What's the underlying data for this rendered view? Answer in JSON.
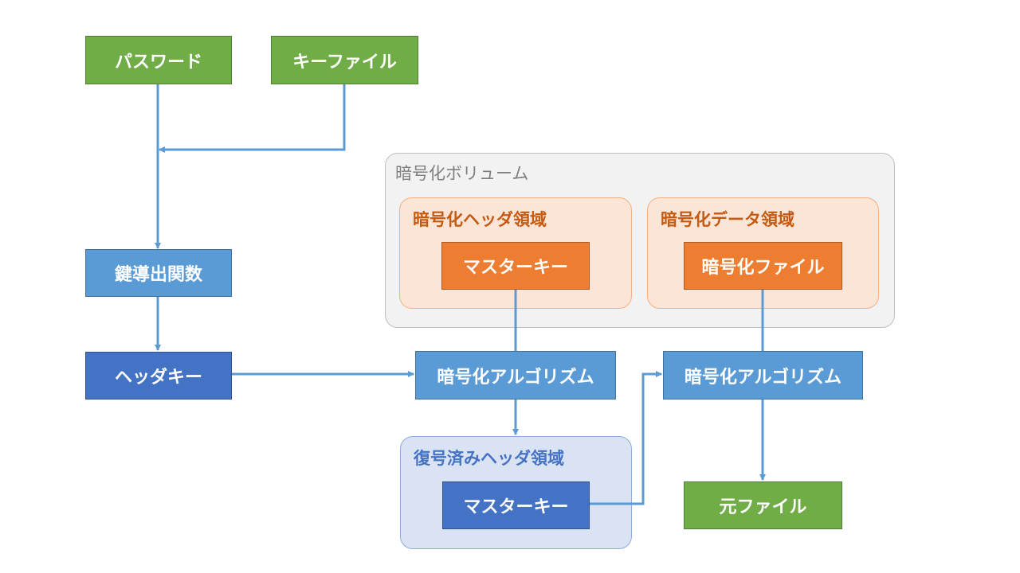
{
  "inputs": {
    "password": "パスワード",
    "keyfile": "キーファイル"
  },
  "kdf": "鍵導出関数",
  "header_key": "ヘッダキー",
  "volume": {
    "label": "暗号化ボリューム",
    "header_area": {
      "label": "暗号化ヘッダ領域",
      "master_key": "マスターキー"
    },
    "data_area": {
      "label": "暗号化データ領域",
      "encrypted_file": "暗号化ファイル"
    }
  },
  "algorithm_left": "暗号化アルゴリズム",
  "algorithm_right": "暗号化アルゴリズム",
  "decrypted_header": {
    "label": "復号済みヘッダ領域",
    "master_key": "マスターキー"
  },
  "original_file": "元ファイル",
  "colors": {
    "green": "#70ad47",
    "blue": "#5b9bd5",
    "navy": "#4472c4",
    "orange": "#ed7d31",
    "connector": "#5b9bd5"
  }
}
